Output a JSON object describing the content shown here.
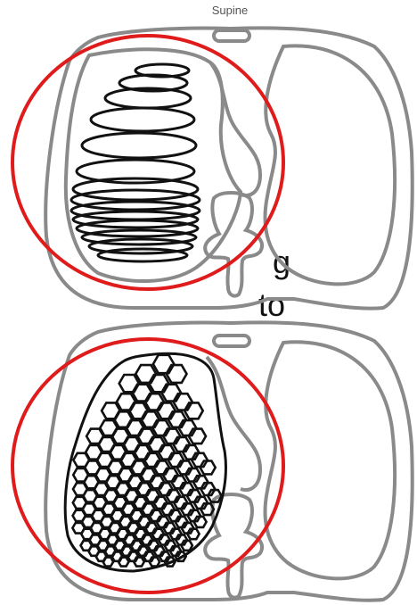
{
  "panels": [
    {
      "label": "Supine",
      "pattern": "stacked-ellipses",
      "highlight_color": "#e01b1b",
      "outline_color": "#8a8a8a",
      "ink_color": "#111111"
    },
    {
      "label": "",
      "pattern": "hexagonal-cells",
      "highlight_color": "#e01b1b",
      "outline_color": "#8a8a8a",
      "ink_color": "#111111"
    }
  ],
  "background_text_fragments": [
    "g",
    "to"
  ]
}
